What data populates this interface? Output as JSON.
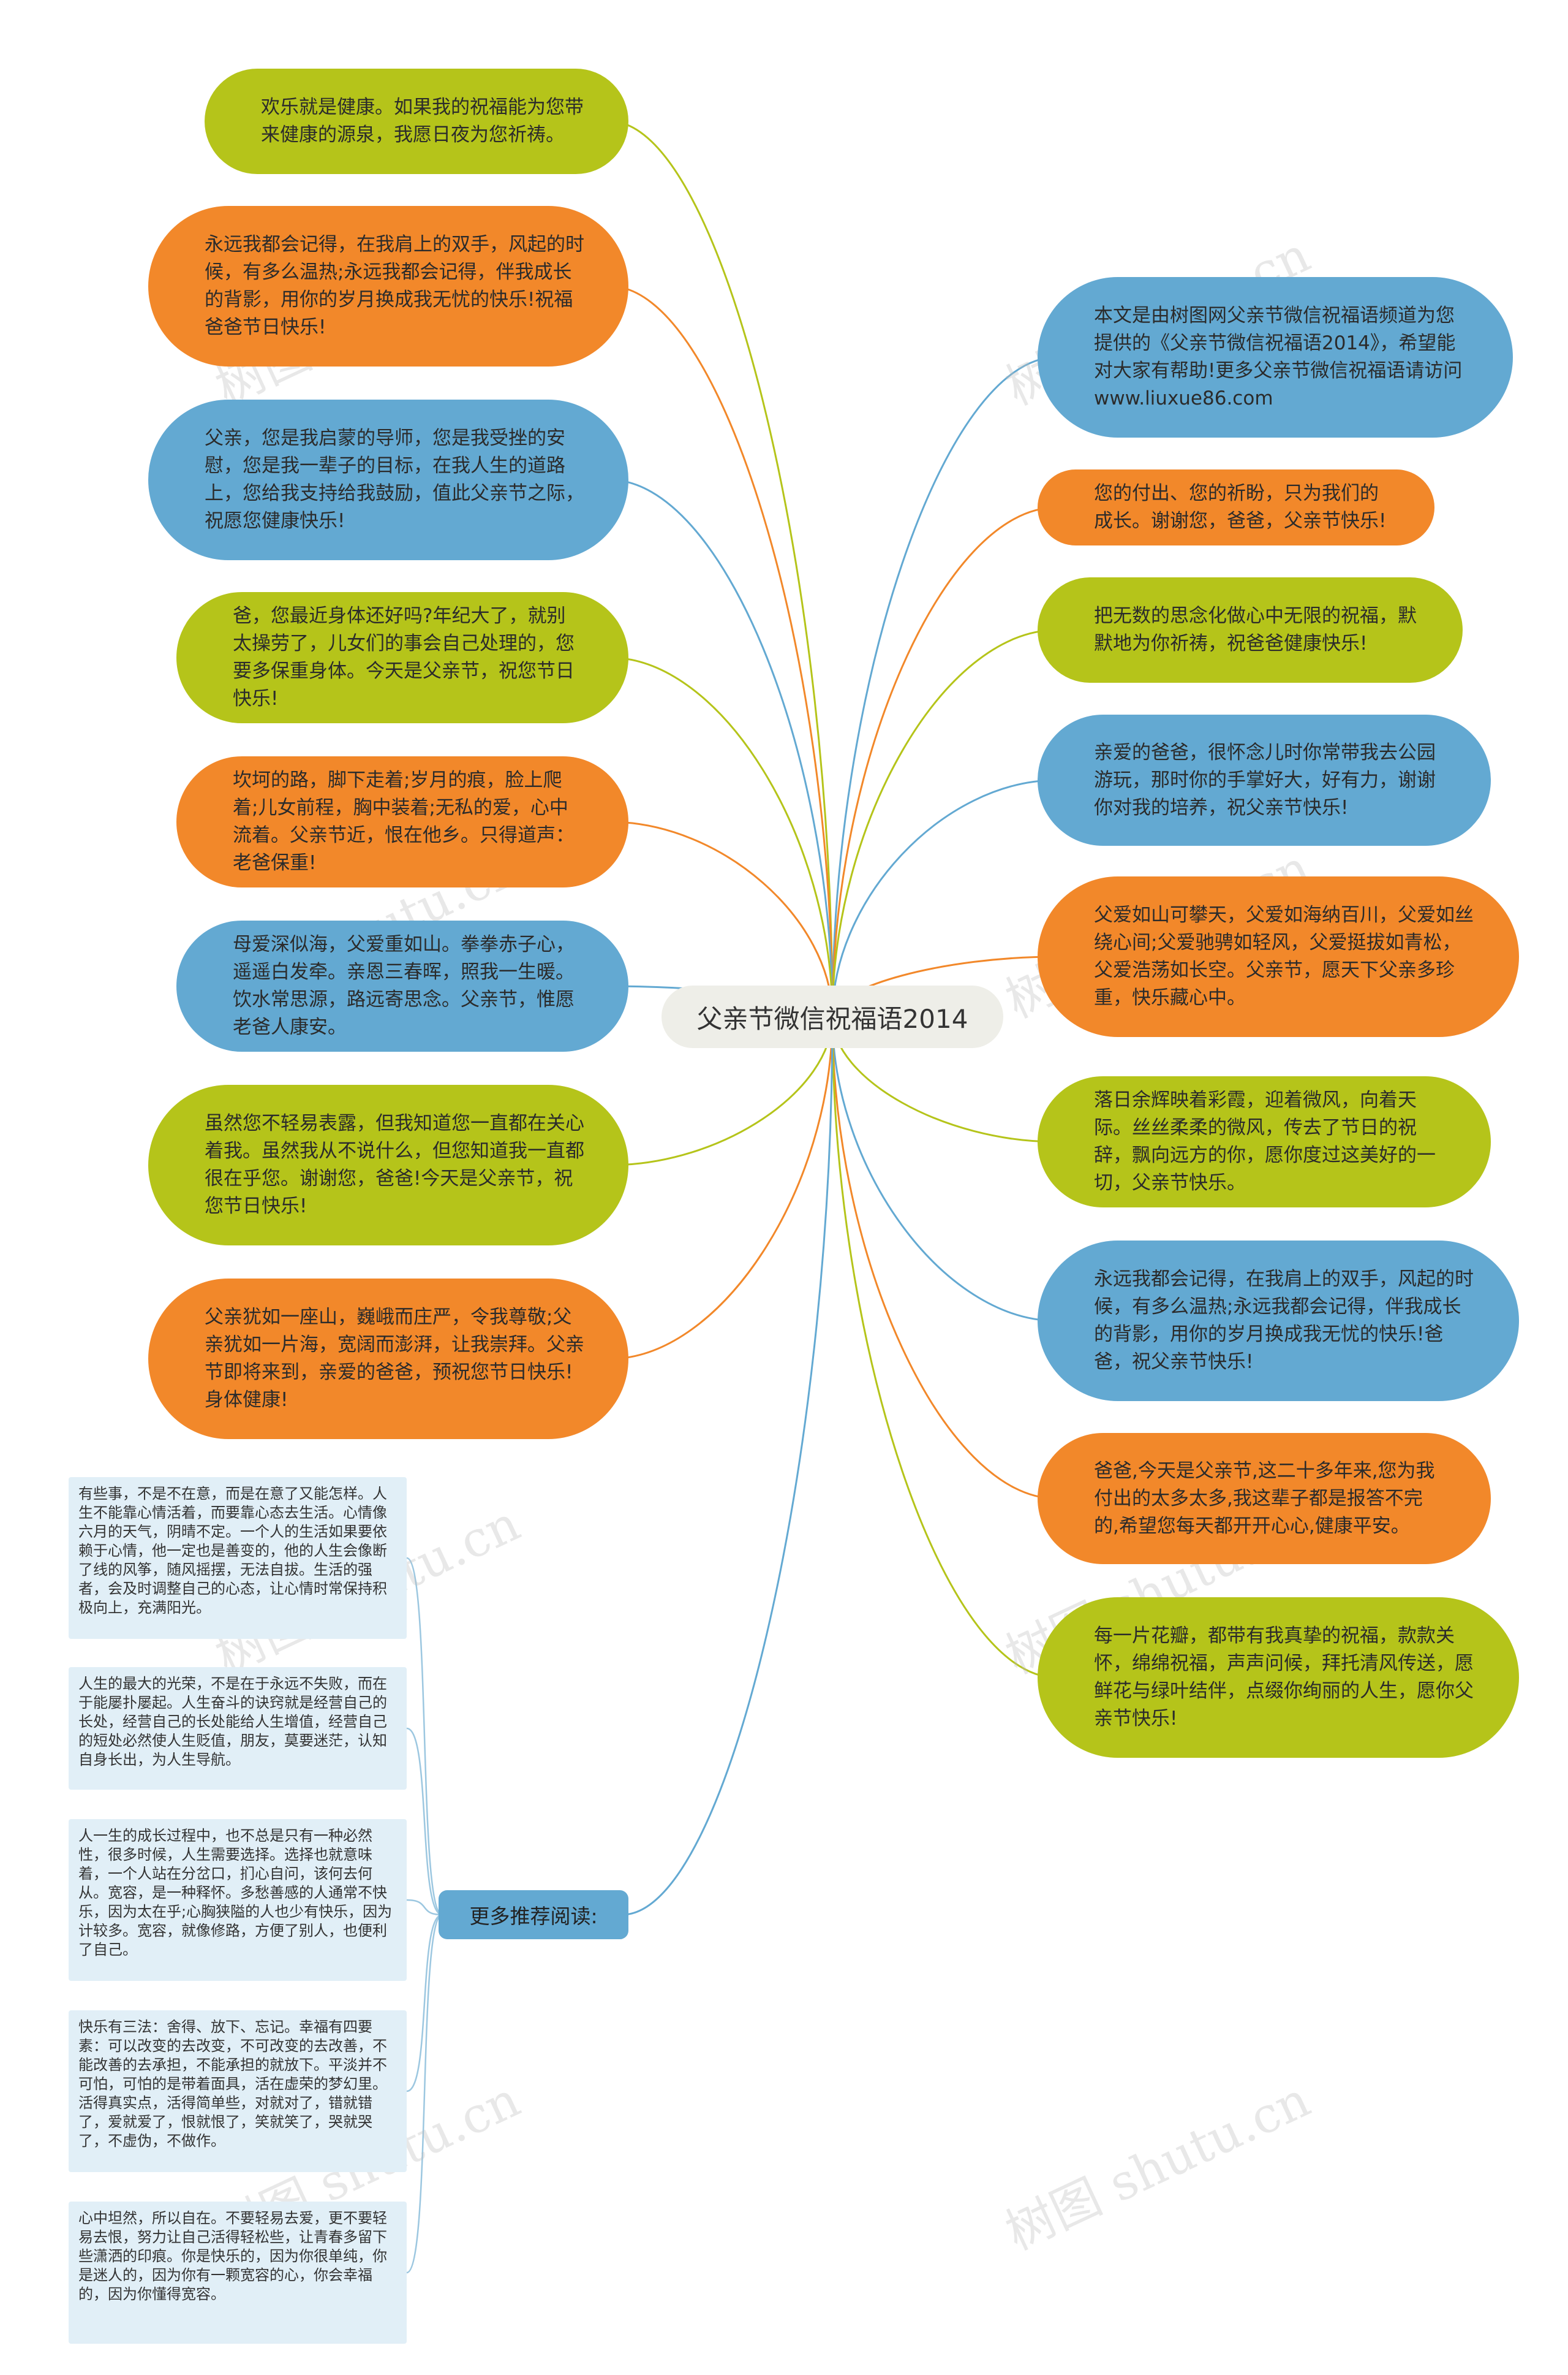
{
  "center_title": "父亲节微信祝福语2014",
  "left_nodes": [
    {
      "text": "欢乐就是健康。如果我的祝福能为您带来健康的源泉，我愿日夜为您祈祷。",
      "color": "#b5c41a"
    },
    {
      "text": "永远我都会记得，在我肩上的双手，风起的时候，有多么温热;永远我都会记得，伴我成长的背影，用你的岁月换成我无忧的快乐!祝福爸爸节日快乐!",
      "color": "#f2882a"
    },
    {
      "text": "父亲，您是我启蒙的导师，您是我受挫的安慰，您是我一辈子的目标，在我人生的道路上，您给我支持给我鼓励，值此父亲节之际，祝愿您健康快乐!",
      "color": "#63a9d2"
    },
    {
      "text": "爸，您最近身体还好吗?年纪大了，就别太操劳了，儿女们的事会自己处理的，您要多保重身体。今天是父亲节，祝您节日快乐!",
      "color": "#b5c41a"
    },
    {
      "text": "坎坷的路，脚下走着;岁月的痕，脸上爬着;儿女前程，胸中装着;无私的爱，心中流着。父亲节近，恨在他乡。只得道声：老爸保重!",
      "color": "#f2882a"
    },
    {
      "text": "母爱深似海，父爱重如山。拳拳赤子心，遥遥白发牵。亲恩三春晖，照我一生暖。饮水常思源，路远寄思念。父亲节，惟愿老爸人康安。",
      "color": "#63a9d2"
    },
    {
      "text": "虽然您不轻易表露，但我知道您一直都在关心着我。虽然我从不说什么，但您知道我一直都很在乎您。谢谢您，爸爸!今天是父亲节，祝您节日快乐!",
      "color": "#b5c41a"
    },
    {
      "text": "父亲犹如一座山，巍峨而庄严，令我尊敬;父亲犹如一片海，宽阔而澎湃，让我崇拜。父亲节即将来到，亲爱的爸爸，预祝您节日快乐!身体健康!",
      "color": "#f2882a"
    }
  ],
  "right_nodes": [
    {
      "text": "本文是由树图网父亲节微信祝福语频道为您提供的《父亲节微信祝福语2014》，希望能对大家有帮助!更多父亲节微信祝福语请访问www.liuxue86.com",
      "color": "#63a9d2"
    },
    {
      "text": "您的付出、您的祈盼，只为我们的成长。谢谢您，爸爸，父亲节快乐!",
      "color": "#f2882a"
    },
    {
      "text": "把无数的思念化做心中无限的祝福，默默地为你祈祷，祝爸爸健康快乐!",
      "color": "#b5c41a"
    },
    {
      "text": "亲爱的爸爸，很怀念儿时你常带我去公园游玩，那时你的手掌好大，好有力，谢谢你对我的培养，祝父亲节快乐!",
      "color": "#63a9d2"
    },
    {
      "text": "父爱如山可攀天，父爱如海纳百川，父爱如丝绕心间;父爱驰骋如轻风，父爱挺拔如青松，父爱浩荡如长空。父亲节，愿天下父亲多珍重，快乐藏心中。",
      "color": "#f2882a"
    },
    {
      "text": "落日余辉映着彩霞，迎着微风，向着天际。丝丝柔柔的微风，传去了节日的祝辞，飘向远方的你，愿你度过这美好的一切，父亲节快乐。",
      "color": "#b5c41a"
    },
    {
      "text": "永远我都会记得，在我肩上的双手，风起的时候，有多么温热;永远我都会记得，伴我成长的背影，用你的岁月换成我无忧的快乐!爸爸，祝父亲节快乐!",
      "color": "#63a9d2"
    },
    {
      "text": "爸爸,今天是父亲节,这二十多年来,您为我付出的太多太多,我这辈子都是报答不完的,希望您每天都开开心心,健康平安。",
      "color": "#f2882a"
    },
    {
      "text": "每一片花瓣，都带有我真挚的祝福，款款关怀，绵绵祝福，声声问候，拜托清风传送，愿鲜花与绿叶结伴，点缀你绚丽的人生，愿你父亲节快乐!",
      "color": "#b5c41a"
    }
  ],
  "more_reading": {
    "label": "更多推荐阅读:",
    "color": "#63a9d2",
    "items": [
      "有些事，不是不在意，而是在意了又能怎样。人生不能靠心情活着，而要靠心态去生活。心情像六月的天气，阴晴不定。一个人的生活如果要依赖于心情，他一定也是善变的，他的人生会像断了线的风筝，随风摇摆，无法自拔。生活的强者，会及时调整自己的心态，让心情时常保持积极向上，充满阳光。",
      "人生的最大的光荣，不是在于永远不失败，而在于能屡扑屡起。人生奋斗的诀窍就是经营自己的长处，经营自己的长处能给人生增值，经营自己的短处必然使人生贬值，朋友，莫要迷茫，认知自身长出，为人生导航。",
      "人一生的成长过程中，也不总是只有一种必然性，很多时候，人生需要选择。选择也就意味着，一个人站在分岔口，扪心自问，该何去何从。宽容，是一种释怀。多愁善感的人通常不快乐，因为太在乎;心胸狭隘的人也少有快乐，因为计较多。宽容，就像修路，方便了别人，也便利了自己。",
      "快乐有三法：舍得、放下、忘记。幸福有四要素：可以改变的去改变，不可改变的去改善，不能改善的去承担，不能承担的就放下。平淡并不可怕，可怕的是带着面具，活在虚荣的梦幻里。活得真实点，活得简单些，对就对了，错就错了，爱就爱了，恨就恨了，笑就笑了，哭就哭了，不虚伪，不做作。",
      "心中坦然，所以自在。不要轻易去爱，更不要轻易去恨，努力让自己活得轻松些，让青春多留下些潇洒的印痕。你是快乐的，因为你很单纯，你是迷人的，因为你有一颗宽容的心，你会幸福的，因为你懂得宽容。"
    ]
  },
  "watermark": "树图 shutu.cn"
}
